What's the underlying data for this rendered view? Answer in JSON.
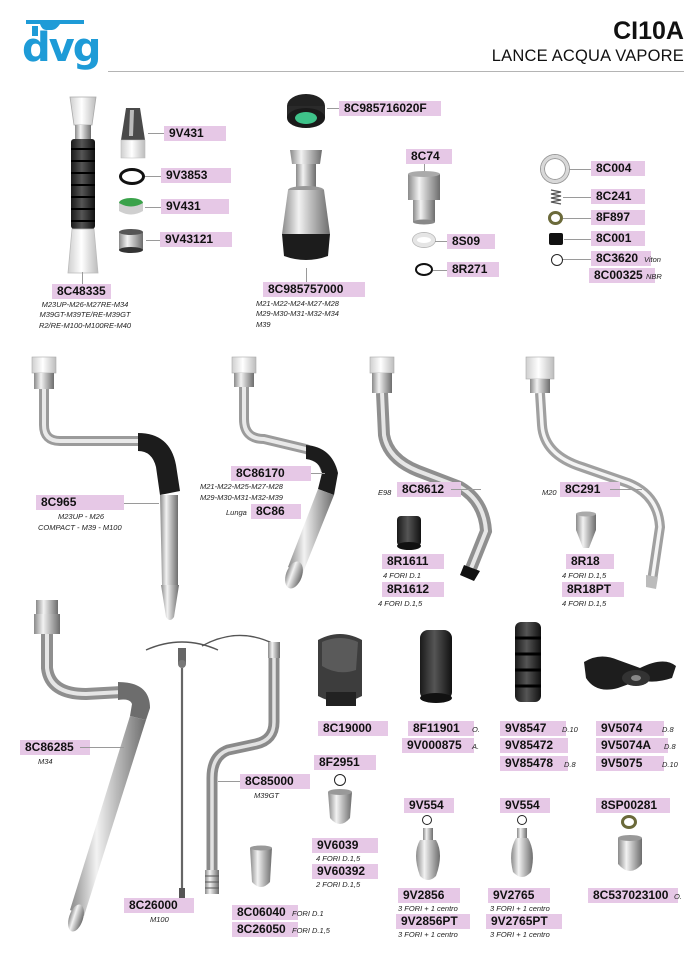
{
  "header": {
    "brand": "dvg",
    "model": "CI10A",
    "subtitle": "LANCE ACQUA VAPORE"
  },
  "colors": {
    "brand_blue": "#1e9bd7",
    "code_bg": "#e6c8e6"
  },
  "parts": {
    "p8C48335": {
      "code": "8C48335",
      "models": [
        "M23UP-M26-M27RE-M34",
        "M39GT-M39TE/RE-M39GT",
        "R2/RE-M100-M100RE-M40"
      ]
    },
    "p9V431a": {
      "code": "9V431"
    },
    "p9V3853": {
      "code": "9V3853"
    },
    "p9V431b": {
      "code": "9V431"
    },
    "p9V43121": {
      "code": "9V43121"
    },
    "p8C985716020F": {
      "code": "8C985716020F"
    },
    "p8C985757000": {
      "code": "8C985757000",
      "models": [
        "M21-M22-M24-M27-M28",
        "M29-M30-M31-M32-M34",
        "M39"
      ]
    },
    "p8C74": {
      "code": "8C74"
    },
    "p8S09": {
      "code": "8S09"
    },
    "p8R271": {
      "code": "8R271"
    },
    "p8C004": {
      "code": "8C004"
    },
    "p8C241": {
      "code": "8C241"
    },
    "p8F897": {
      "code": "8F897"
    },
    "p8C001": {
      "code": "8C001"
    },
    "p8C3620": {
      "code": "8C3620",
      "note": "Viton"
    },
    "p8C00325": {
      "code": "8C00325",
      "note": "NBR"
    },
    "p8C965": {
      "code": "8C965",
      "models": [
        "M23UP - M26",
        "COMPACT - M39 - M100"
      ]
    },
    "p8C86170": {
      "code": "8C86170",
      "models": [
        "M21-M22-M25-M27-M28",
        "M29-M30-M31-M32-M39"
      ]
    },
    "p8C86": {
      "code": "8C86",
      "prefix": "Lunga"
    },
    "p8C8612": {
      "code": "8C8612",
      "prefix": "E98"
    },
    "p8R1611": {
      "code": "8R1611",
      "note": "4 FORI D.1"
    },
    "p8R1612": {
      "code": "8R1612",
      "note": "4 FORI D.1,5"
    },
    "p8C291": {
      "code": "8C291",
      "prefix": "M20"
    },
    "p8R18": {
      "code": "8R18",
      "note": "4 FORI D.1,5"
    },
    "p8R18PT": {
      "code": "8R18PT",
      "note": "4 FORI D.1,5"
    },
    "p8C86285": {
      "code": "8C86285",
      "note": "M34"
    },
    "p8C26000": {
      "code": "8C26000",
      "note": "M100"
    },
    "p8C85000": {
      "code": "8C85000",
      "note": "M39GT"
    },
    "p8C06040": {
      "code": "8C06040",
      "note": "FORI D.1"
    },
    "p8C26050": {
      "code": "8C26050",
      "note": "FORI D.1,5"
    },
    "p8C19000": {
      "code": "8C19000"
    },
    "p8F2951": {
      "code": "8F2951"
    },
    "p9V6039": {
      "code": "9V6039",
      "note": "4 FORI D.1,5"
    },
    "p9V60392": {
      "code": "9V60392",
      "note": "2 FORI D.1,5"
    },
    "p8F11901": {
      "code": "8F11901",
      "note": "O."
    },
    "p9V000875": {
      "code": "9V000875",
      "note": "A."
    },
    "p9V554a": {
      "code": "9V554"
    },
    "p9V2856": {
      "code": "9V2856",
      "note": "3 FORI + 1 centro"
    },
    "p9V2856PT": {
      "code": "9V2856PT",
      "note": "3 FORI + 1 centro"
    },
    "p9V8547": {
      "code": "9V8547",
      "note": "D.10"
    },
    "p9V85472": {
      "code": "9V85472"
    },
    "p9V85478": {
      "code": "9V85478",
      "note": "D.8"
    },
    "p9V554b": {
      "code": "9V554"
    },
    "p9V2765": {
      "code": "9V2765",
      "note": "3 FORI + 1 centro"
    },
    "p9V2765PT": {
      "code": "9V2765PT",
      "note": "3 FORI + 1 centro"
    },
    "p9V5074": {
      "code": "9V5074",
      "note": "D.8"
    },
    "p9V5074A": {
      "code": "9V5074A",
      "note": "D.8"
    },
    "p9V5075": {
      "code": "9V5075",
      "note": "D.10"
    },
    "p8SP00281": {
      "code": "8SP00281"
    },
    "p8C537023100": {
      "code": "8C537023100",
      "note": "O."
    }
  }
}
